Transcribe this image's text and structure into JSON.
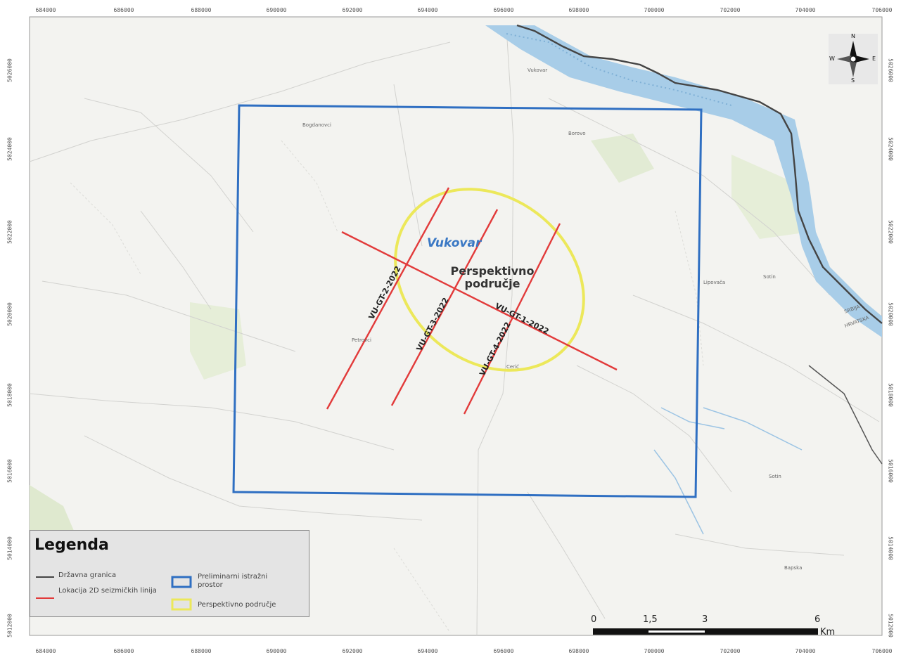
{
  "grid_ticks": {
    "top": [
      "684000",
      "686000",
      "688000",
      "690000",
      "692000",
      "694000",
      "696000",
      "698000",
      "700000",
      "702000",
      "704000",
      "706000"
    ],
    "bottom": [
      "684000",
      "686000",
      "688000",
      "690000",
      "692000",
      "694000",
      "696000",
      "698000",
      "700000",
      "702000",
      "704000",
      "706000"
    ],
    "left": [
      "5026000",
      "5024000",
      "5022000",
      "5020000",
      "5018000",
      "5016000",
      "5014000",
      "5012000"
    ],
    "right": [
      "5026000",
      "5024000",
      "5022000",
      "5020000",
      "5018000",
      "5016000",
      "5014000",
      "5012000"
    ]
  },
  "map_labels": {
    "city": "Vukovar",
    "perspective_area": [
      "Perspektivno",
      "područje"
    ]
  },
  "seismic_lines": [
    "VU-GT-1-2022",
    "VU-GT-2-2022",
    "VU-GT-3-2022",
    "VU-GT-4-2022"
  ],
  "border_labels": [
    "SRBIJA",
    "HRVATSKA"
  ],
  "places": [
    "Vukovar",
    "Borovo",
    "Lipovača",
    "Sotin",
    "Bogdanovci",
    "Petrovci",
    "Cerić",
    "Sotin",
    "Bapska"
  ],
  "legend": {
    "title": "Legenda",
    "items": {
      "state_border": "Državna granica",
      "seismic_lines": "Lokacija 2D seizmičkih linija",
      "exploration_area": "Preliminarni istražni prostor",
      "perspective_area": "Perspektivno područje"
    }
  },
  "scale_bar": {
    "labels": [
      "0",
      "1,5",
      "3",
      "6"
    ],
    "unit": "Km"
  },
  "north_arrow": {
    "n": "N",
    "s": "S",
    "e": "E",
    "w": "W"
  },
  "colors": {
    "exploration_area": "#2f6fc2",
    "seismic_lines": "#e23a3a",
    "perspective_area": "#ece85a",
    "state_border": "#444444",
    "river": "#a8cde8"
  }
}
